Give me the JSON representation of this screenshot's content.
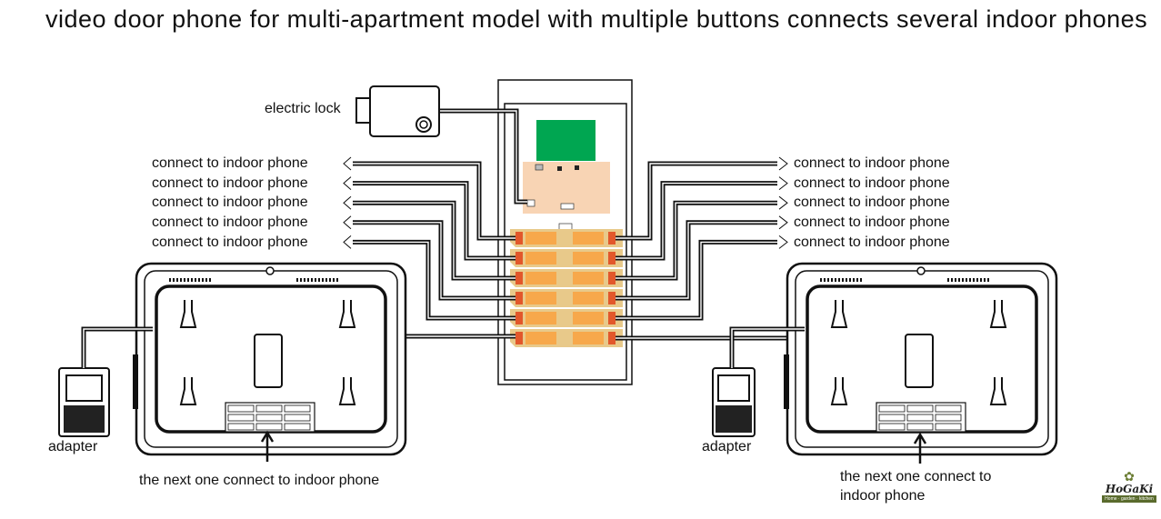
{
  "title": "video door phone for multi-apartment model with multiple buttons connects several indoor phones",
  "labels": {
    "electric_lock": "electric lock",
    "indoor_left": [
      "connect to indoor phone",
      "connect to indoor phone",
      "connect to indoor phone",
      "connect to indoor phone",
      "connect to indoor phone"
    ],
    "indoor_right": [
      "connect to indoor phone",
      "connect to indoor phone",
      "connect to indoor phone",
      "connect to indoor phone",
      "connect to indoor phone"
    ],
    "adapter_left": "adapter",
    "adapter_right": "adapter",
    "next_left": "the next one connect to indoor phone",
    "next_right_1": "the next one connect to",
    "next_right_2": "indoor phone"
  },
  "logo": {
    "name": "HoGaKi",
    "tagline": "Home · garden · kitchen"
  },
  "colors": {
    "screen": "#00a651",
    "board": "#f8d4b4",
    "module": "#e8c98a",
    "chip": "#f7a84b",
    "connector": "#e2572b"
  }
}
